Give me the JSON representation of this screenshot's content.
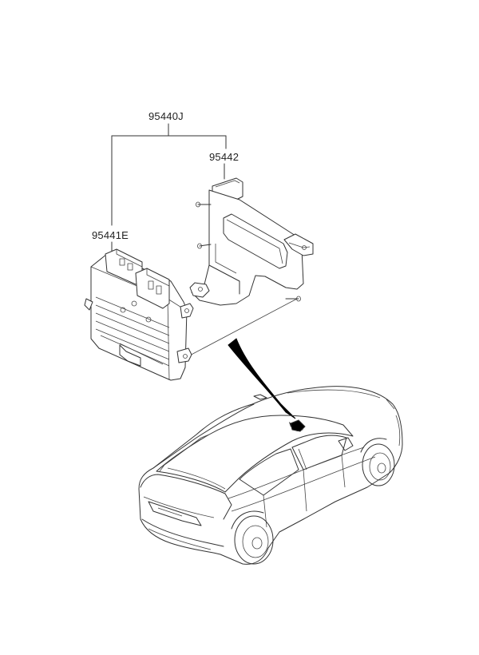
{
  "parts": {
    "assembly": "95440J",
    "bracket": "95442",
    "ecu": "95441E"
  },
  "colors": {
    "line": "#333333",
    "background": "#ffffff",
    "arrow": "#000000"
  }
}
